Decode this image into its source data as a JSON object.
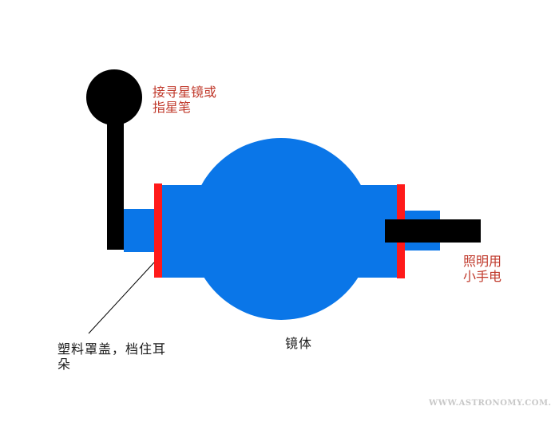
{
  "labels": {
    "finder": "接寻星镜或\n指星笔",
    "light": "照明用\n小手电",
    "cap": "塑料罩盖，档住耳\n朵",
    "body": "镜体"
  },
  "watermark": "WWW.ASTRONOMY.COM.CN",
  "colors": {
    "body": "#0a76e8",
    "rim": "#ff1a1a",
    "black": "#000000",
    "label_red": "#c0392b",
    "label_dark": "#1a1a1a",
    "watermark": "#c8c8c8"
  }
}
